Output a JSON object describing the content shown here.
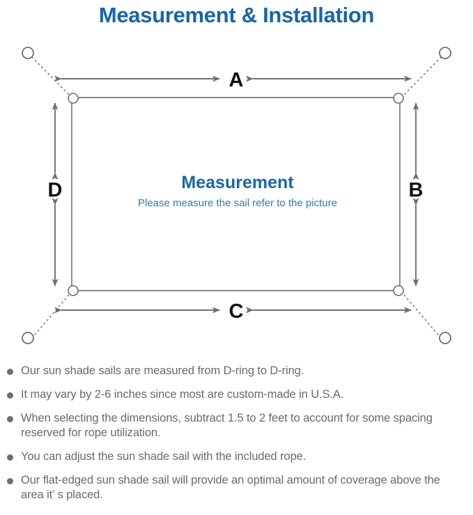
{
  "page": {
    "title": "Measurement & Installation",
    "title_color": "#1566ae"
  },
  "diagram": {
    "center_heading": "Measurement",
    "center_subheading": "Please measure the sail refer to the picture",
    "center_heading_color": "#1566ae",
    "center_sub_color": "#2b7cba",
    "line_color": "#6e6e6e",
    "sail_border_color": "#7a7a7a",
    "labels": {
      "top": "A",
      "right": "B",
      "bottom": "C",
      "left": "D"
    },
    "label_color": "#111111",
    "anchor_count": 4,
    "dring_count": 4
  },
  "notes": [
    "Our sun shade sails are measured from D-ring to D-ring.",
    "It may vary by 2-6 inches since most are custom-made in U.S.A.",
    "When selecting the dimensions, subtract 1.5 to 2 feet to account for some spacing reserved for rope utilization.",
    "You can adjust the sun shade sail with the included rope.",
    "Our flat-edged sun shade sail will provide an optimal amount of coverage above the area it’ s placed."
  ]
}
